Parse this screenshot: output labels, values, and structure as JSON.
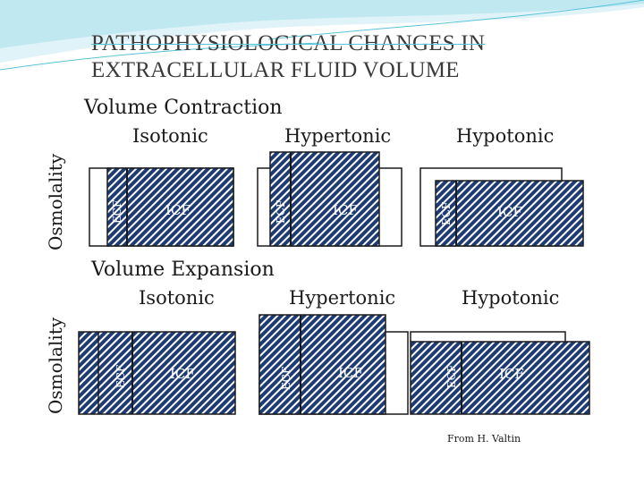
{
  "title": {
    "line1": "PATHOPHYSIOLOGICAL CHANGES IN",
    "line2": "EXTRACELLULAR FLUID VOLUME"
  },
  "y_axis_label": "Osmolality",
  "contraction": {
    "heading": "Volume Contraction",
    "panels": [
      {
        "label": "Isotonic",
        "ecf": "ECF",
        "icf": "ICF"
      },
      {
        "label": "Hypertonic",
        "ecf": "ECF",
        "icf": "ICF"
      },
      {
        "label": "Hypotonic",
        "ecf": "ECF",
        "icf": "ICF"
      }
    ]
  },
  "expansion": {
    "heading": "Volume Expansion",
    "panels": [
      {
        "label": "Isotonic",
        "ecf": "ECF",
        "icf": "ICF"
      },
      {
        "label": "Hypertonic",
        "ecf": "ECF",
        "icf": "ICF"
      },
      {
        "label": "Hypotonic",
        "ecf": "ECF",
        "icf": "ICF"
      }
    ]
  },
  "credit": "From H. Valtin",
  "colors": {
    "hatch_fill": "#1f3b73",
    "hatch_stripe": "#ffffff",
    "banner_accent": "#59c3d8",
    "outline": "#1a1a1a"
  }
}
